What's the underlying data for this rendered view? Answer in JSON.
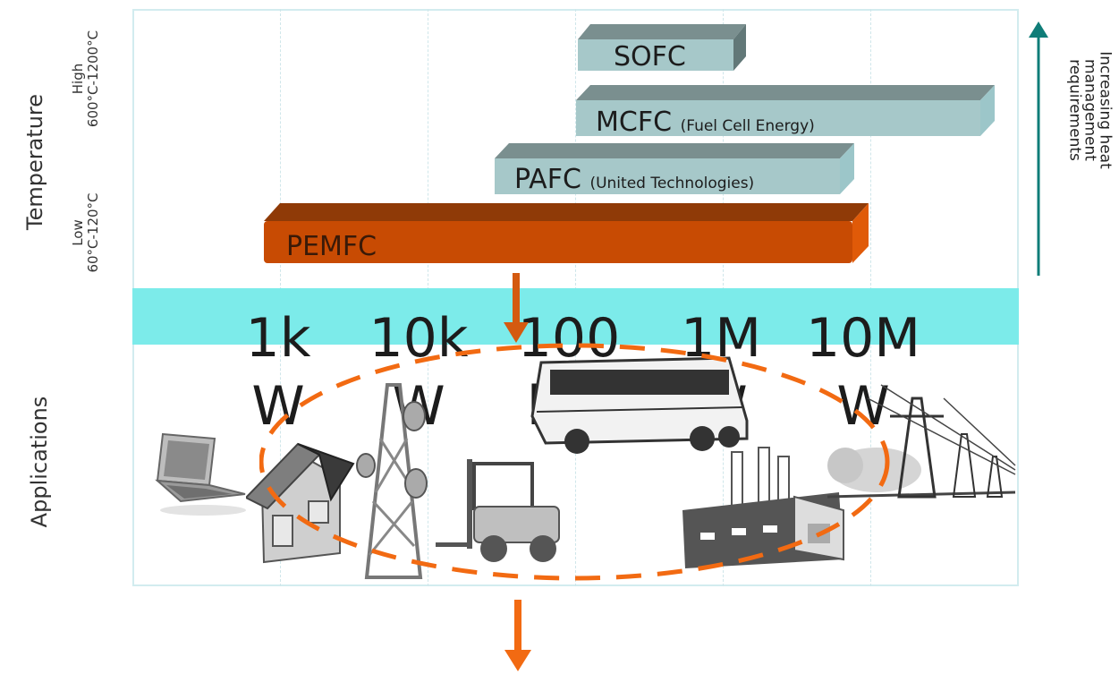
{
  "labels": {
    "temperature": "Temperature",
    "applications": "Applications",
    "temp_high": "High",
    "temp_high_range": "600°C-1200°C",
    "temp_low": "Low",
    "temp_low_range": "60°C-120°C",
    "heat_line1": "Increasing heat",
    "heat_line2": "management",
    "heat_line3": "requirements"
  },
  "power_levels": [
    "1k\nW",
    "10k\nW",
    "100\nkW",
    "1M\nW",
    "10M\nW"
  ],
  "fuel_cells": [
    {
      "name": "SOFC",
      "note": ""
    },
    {
      "name": "MCFC",
      "note": "(Fuel Cell Energy)"
    },
    {
      "name": "PAFC",
      "note": "(United Technologies)"
    },
    {
      "name": "PEMFC",
      "note": ""
    }
  ],
  "colors": {
    "gray_bar_front": "#a6c8c9",
    "gray_bar_top": "#7a8f8f",
    "pem_front": "#c84b03",
    "pem_top": "#8f3a07",
    "band": "#7cebea",
    "teal_arrow": "#0f7d78",
    "orange": "#f26a12"
  },
  "applications": [
    "laptop-icon",
    "house-icon",
    "cell-tower-icon",
    "forklift-icon",
    "bus-icon",
    "factory-icon",
    "power-lines-icon"
  ]
}
